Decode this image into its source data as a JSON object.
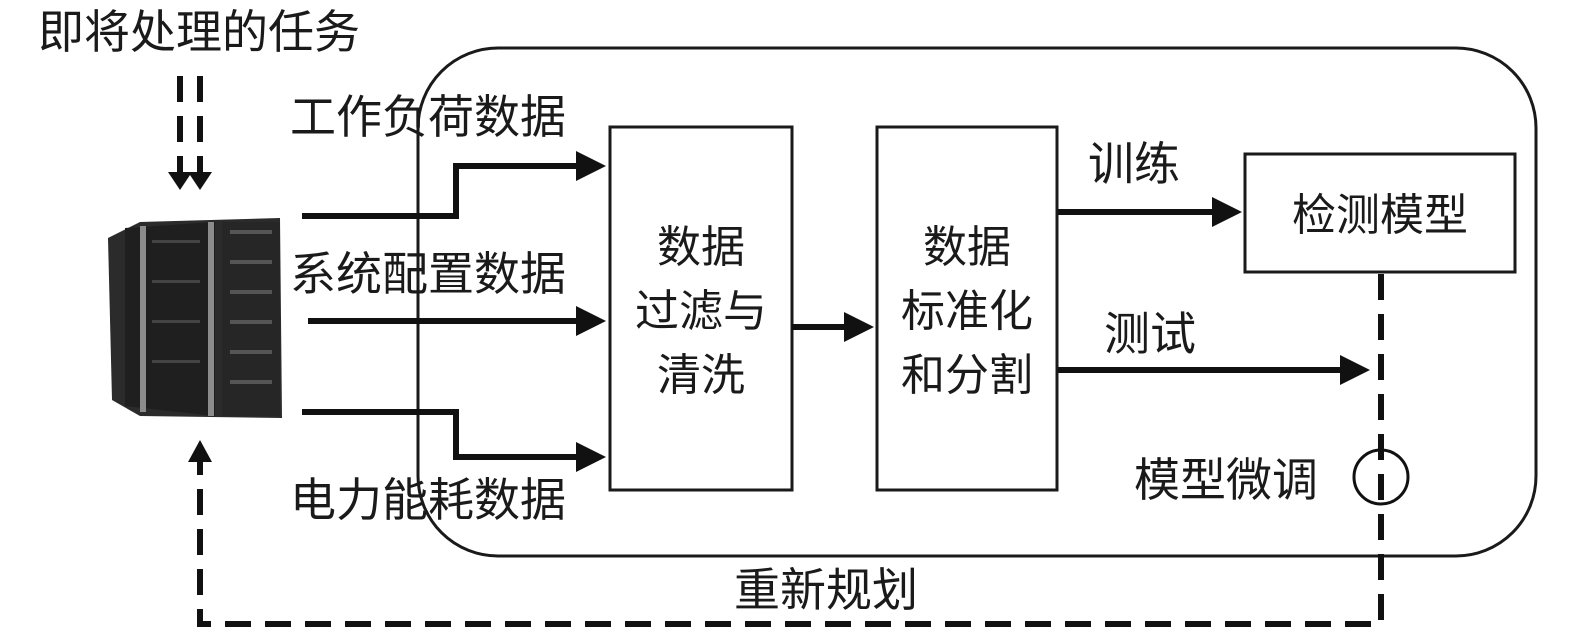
{
  "title": "即将处理的任务",
  "inputs": {
    "workload": "工作负荷数据",
    "sysconfig": "系统配置数据",
    "power": "电力能耗数据"
  },
  "boxes": {
    "filter": [
      "数据",
      "过滤与",
      "清洗"
    ],
    "normalize": [
      "数据",
      "标准化",
      "和分割"
    ],
    "model": "检测模型"
  },
  "edges": {
    "train": "训练",
    "test": "测试",
    "finetune": "模型微调",
    "replan": "重新规划"
  }
}
